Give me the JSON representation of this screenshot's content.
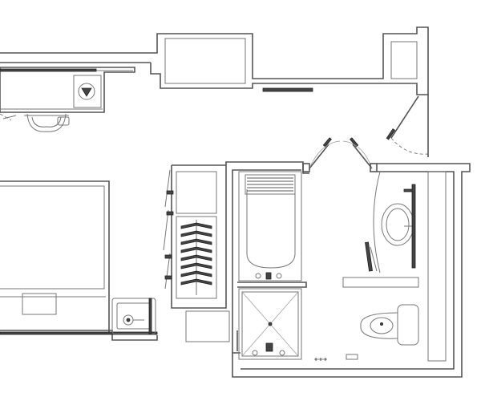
{
  "plan": {
    "background": "#ffffff",
    "line_color": "#555555",
    "fixture_fill": "#444444",
    "rooms": [
      "bedroom",
      "closet",
      "bathtub",
      "shower",
      "vanity",
      "toilet-room",
      "entry"
    ],
    "fixtures": [
      "desk",
      "office-chair",
      "desk-lamp",
      "bed",
      "nightstand",
      "bathtub",
      "tub-faucet",
      "towel-rack",
      "shower-stall",
      "shower-valve",
      "sink",
      "vanity-mirror",
      "toilet",
      "hanging-rod",
      "closet-hangers",
      "swing-doors"
    ]
  }
}
